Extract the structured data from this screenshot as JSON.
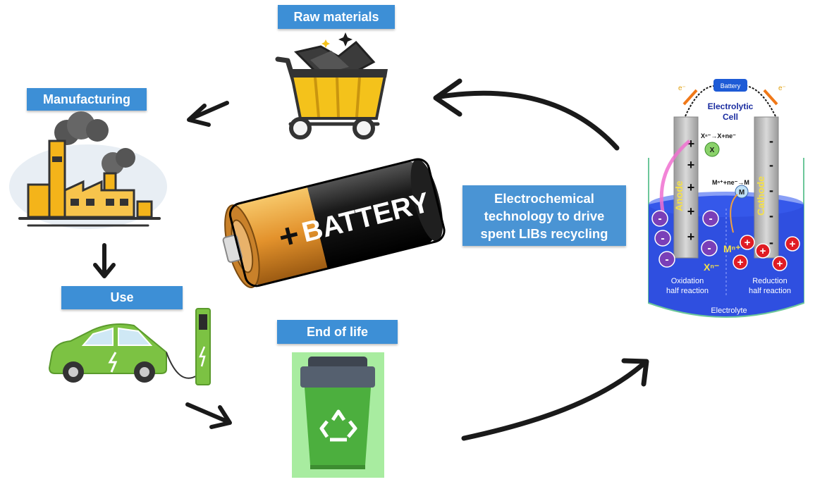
{
  "stages": {
    "raw_materials": "Raw materials",
    "manufacturing": "Manufacturing",
    "use": "Use",
    "end_of_life": "End of life"
  },
  "battery_text": "BATTERY",
  "battery_plus": "+",
  "center_label": {
    "line1": "Electrochemical",
    "line2": "technology to drive",
    "line3": "spent  LIBs recycling"
  },
  "cell": {
    "battery_box": "Battery",
    "title_line1": "Electrolytic",
    "title_line2": "Cell",
    "anode": "Anode",
    "cathode": "Cathode",
    "anode_reaction": "Xⁿ⁻→X+ne⁻",
    "cathode_reaction": "Mⁿ⁺+ne⁻→M",
    "x_species": "X",
    "m_species": "M",
    "anion": "Xⁿ⁻",
    "cation": "Mⁿ⁺",
    "oxidation_line1": "Oxidation",
    "oxidation_line2": "half  reaction",
    "reduction_line1": "Reduction",
    "reduction_line2": "half  reaction",
    "electrolyte": "Electrolyte",
    "electron_left": "e⁻",
    "electron_right": "e⁻",
    "plus": "+",
    "minus": "-"
  },
  "colors": {
    "label_blue": "#3d8fd6",
    "electrolyte_blue": "#2f4fe0",
    "car_green": "#7cc243",
    "bin_green": "#4caf3e",
    "cart_yellow": "#f4c21b",
    "battery_orange": "#e8902a"
  }
}
